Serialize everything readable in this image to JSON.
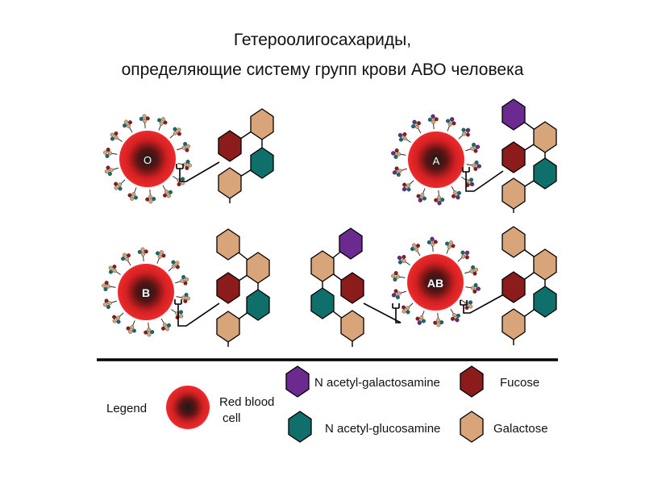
{
  "title": {
    "line1": "Гетероолигосахариды,",
    "line2": "определяющие систему групп крови АВО человека"
  },
  "cells": {
    "o": "O",
    "a": "A",
    "b": "B",
    "ab": "AB"
  },
  "legend": {
    "heading": "Legend",
    "rbc_line1": "Red blood",
    "rbc_line2": "cell",
    "galnac": "N acetyl-galactosamine",
    "fucose": "Fucose",
    "glcnac": "N acetyl-glucosamine",
    "galactose": "Galactose"
  },
  "colors": {
    "galnac": "#6b2a90",
    "fucose": "#8c1c1c",
    "glcnac": "#0f6f6a",
    "galactose": "#d8a47a",
    "rbc": "#e8262a",
    "rbc_center": "#1a1a1a"
  }
}
